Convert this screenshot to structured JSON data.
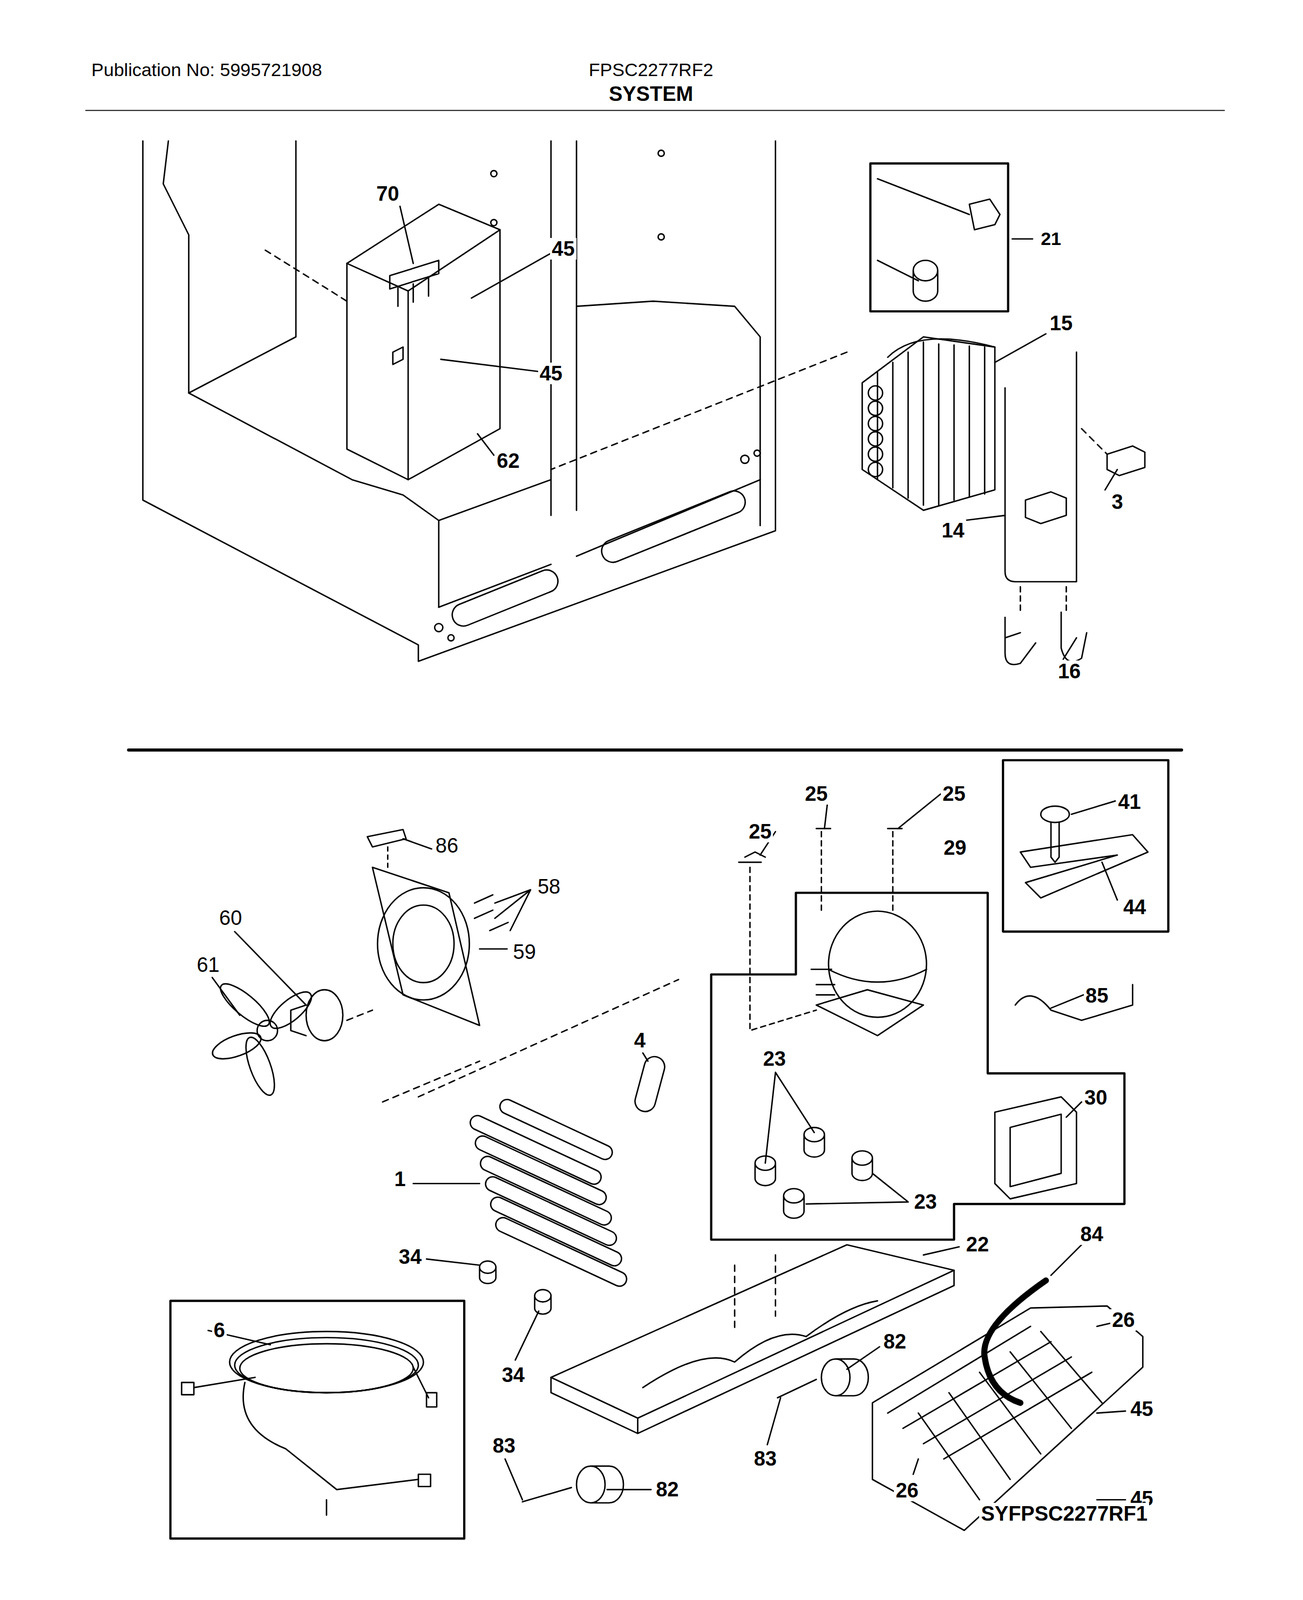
{
  "diagram": {
    "title": "SYSTEM",
    "labels": [
      "Publication No: 5995721908",
      "FPSC2277RF2",
      "70",
      "45",
      "45",
      "62",
      "21",
      "15",
      "3",
      "14",
      "16",
      "86",
      "58",
      "60",
      "59",
      "61",
      "4",
      "25",
      "25",
      "25",
      "29",
      "41",
      "44",
      "85",
      "23",
      "30",
      "23",
      "1",
      "22",
      "84",
      "34",
      "26",
      "6",
      "34",
      "82",
      "45",
      "83",
      "83",
      "82",
      "45",
      "26",
      "SYFPSC2277RF1"
    ]
  }
}
